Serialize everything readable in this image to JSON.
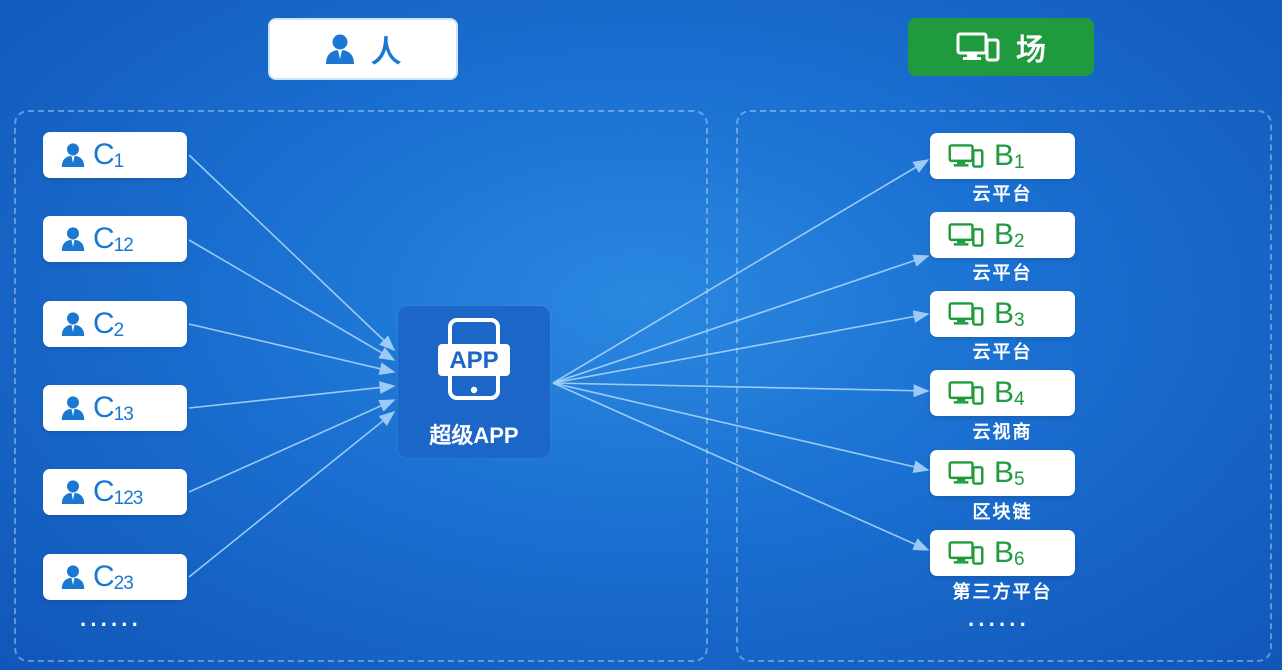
{
  "headers": {
    "people_label": "人",
    "scene_label": "场"
  },
  "consumers": [
    {
      "letter": "C",
      "sub": "1"
    },
    {
      "letter": "C",
      "sub": "12"
    },
    {
      "letter": "C",
      "sub": "2"
    },
    {
      "letter": "C",
      "sub": "13"
    },
    {
      "letter": "C",
      "sub": "123"
    },
    {
      "letter": "C",
      "sub": "23"
    }
  ],
  "consumers_more": "······",
  "hub": {
    "icon_text": "APP",
    "label": "超级APP"
  },
  "businesses": [
    {
      "letter": "B",
      "sub": "1",
      "caption": "云平台"
    },
    {
      "letter": "B",
      "sub": "2",
      "caption": "云平台"
    },
    {
      "letter": "B",
      "sub": "3",
      "caption": "云平台"
    },
    {
      "letter": "B",
      "sub": "4",
      "caption": "云视商"
    },
    {
      "letter": "B",
      "sub": "5",
      "caption": "区块链"
    },
    {
      "letter": "B",
      "sub": "6",
      "caption": "第三方平台"
    }
  ],
  "businesses_more": "······",
  "colors": {
    "people_blue": "#1a78d2",
    "scene_green": "#1f9a3e",
    "background": "#1a6fd0"
  }
}
